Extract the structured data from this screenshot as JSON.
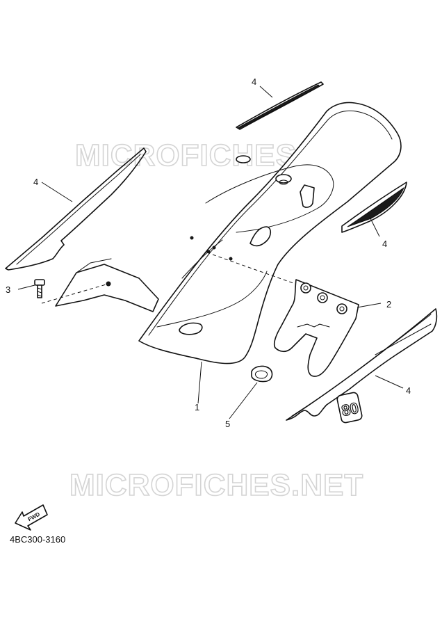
{
  "watermarks": [
    "MICROFICHES.NET",
    "MICROFICHES.NET"
  ],
  "diagram_code": "4BC300-3160",
  "fwd_label": "FWD",
  "badge_label": "80",
  "callouts": [
    {
      "id": "label-4-top",
      "text": "4"
    },
    {
      "id": "label-4-left",
      "text": "4"
    },
    {
      "id": "label-4-right",
      "text": "4"
    },
    {
      "id": "label-4-bottom",
      "text": "4"
    },
    {
      "id": "label-3",
      "text": "3"
    },
    {
      "id": "label-2",
      "text": "2"
    },
    {
      "id": "label-1",
      "text": "1"
    },
    {
      "id": "label-5",
      "text": "5"
    }
  ]
}
